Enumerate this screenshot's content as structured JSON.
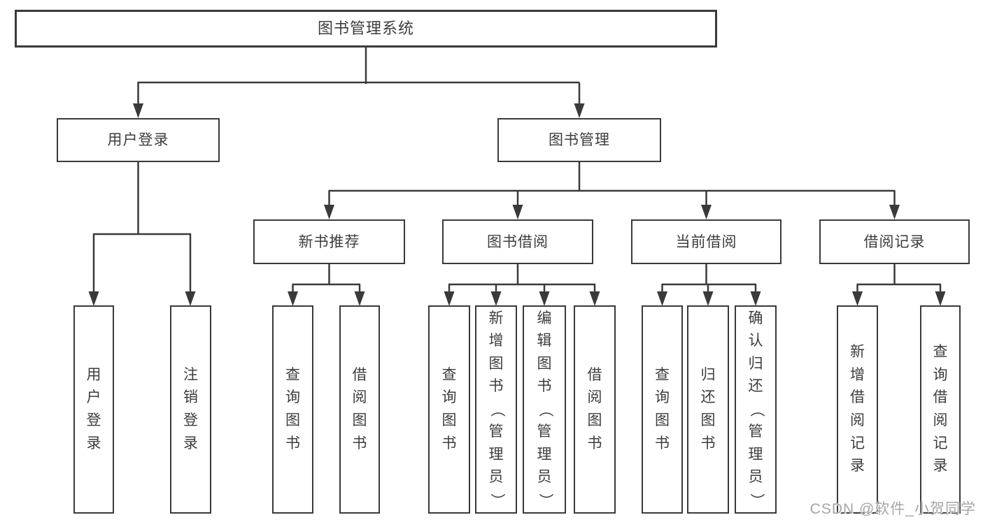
{
  "diagram": {
    "title": "图书管理系统",
    "branches": {
      "user_login": {
        "label": "用户登录",
        "children": [
          "用户登录",
          "注销登录"
        ]
      },
      "book_management": {
        "label": "图书管理",
        "sections": {
          "new_book_recommend": {
            "label": "新书推荐",
            "children": [
              "查询图书",
              "借阅图书"
            ]
          },
          "book_borrowing": {
            "label": "图书借阅",
            "children": [
              "查询图书",
              "新增图书（管理员）",
              "编辑图书（管理员）",
              "借阅图书"
            ]
          },
          "current_borrowing": {
            "label": "当前借阅",
            "children": [
              "查询图书",
              "归还图书",
              "确认归还（管理员）"
            ]
          },
          "borrowing_records": {
            "label": "借阅记录",
            "children": [
              "新增借阅记录",
              "查询借阅记录"
            ]
          }
        }
      }
    }
  },
  "watermark": {
    "text": "CSDN @软件_小贺同学"
  },
  "colors": {
    "line": "#3a3a3a",
    "text": "#3d3d3d",
    "background": "#ffffff",
    "watermark": "#a6a6a6"
  }
}
